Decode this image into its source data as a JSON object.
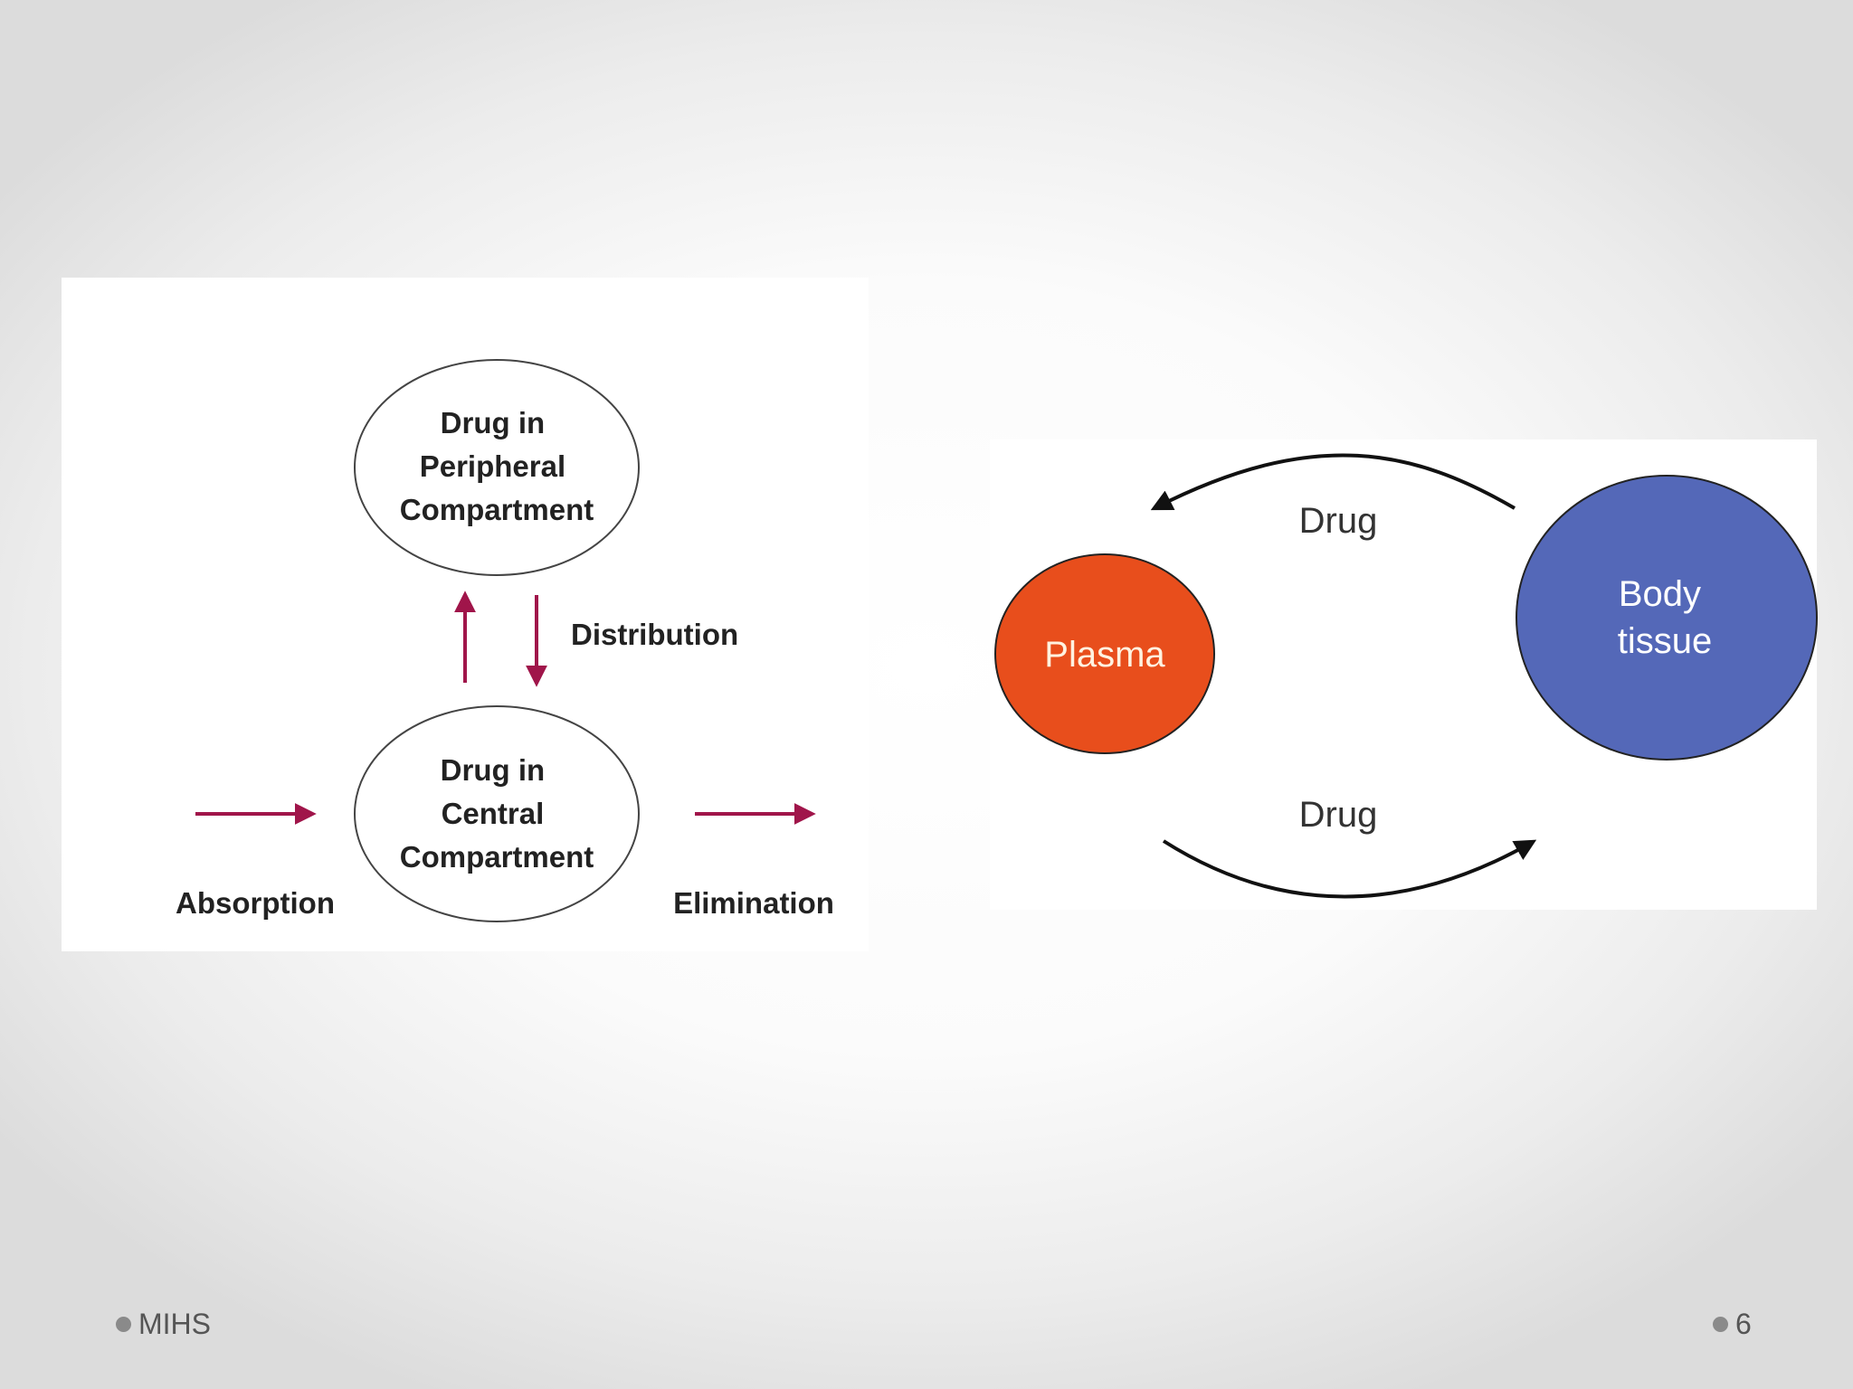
{
  "left_diagram": {
    "peripheral_compartment": [
      "Drug in",
      "Peripheral",
      "Compartment"
    ],
    "central_compartment": [
      "Drug in",
      "Central",
      "Compartment"
    ],
    "distribution_label": "Distribution",
    "absorption_label": "Absorption",
    "elimination_label": "Elimination",
    "arrow_color": "#a0154a"
  },
  "right_diagram": {
    "plasma_label": "Plasma",
    "plasma_color": "#e84e1c",
    "body_tissue_label": [
      "Body",
      "tissue"
    ],
    "body_tissue_color": "#5468b8",
    "top_arrow_label": "Drug",
    "bottom_arrow_label": "Drug"
  },
  "footer": {
    "left_text": "MIHS",
    "page_number": "6"
  }
}
